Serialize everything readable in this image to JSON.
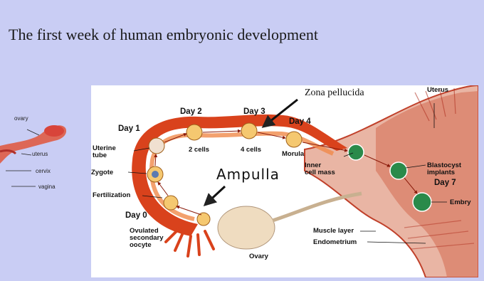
{
  "slide": {
    "title": "The first week of human embryonic development"
  },
  "inset": {
    "labels": [
      "ovary",
      "uterus",
      "cervix",
      "vagina"
    ]
  },
  "diagram": {
    "labels": {
      "uterus": "Uterus",
      "zona": "Zona pellucida",
      "day1": "Day 1",
      "day2": "Day 2",
      "day3": "Day 3",
      "day4": "Day 4",
      "uterine_tube": "Uterine\ntube",
      "two_cells": "2 cells",
      "four_cells": "4 cells",
      "morula": "Morula",
      "inner_cell_mass": "Inner\ncell mass",
      "blastocyst": "Blastocyst\nimplants",
      "day7": "Day 7",
      "embryo": "Embry",
      "zygote": "Zygote",
      "fertilization": "Fertilization",
      "ampulla": "Ampulla",
      "day0": "Day 0",
      "ovulated": "Ovulated\nsecondary\noocyte",
      "ovary": "Ovary",
      "muscle_layer": "Muscle layer",
      "endometrium": "Endometrium"
    },
    "colors": {
      "tube": "#d9421c",
      "tube_inner": "#f08a4a",
      "uterus_wall": "#e8b0a0",
      "ovary": "#efdcc0",
      "cell": "#f5c870",
      "blastocyst": "#2a8a4a"
    }
  }
}
